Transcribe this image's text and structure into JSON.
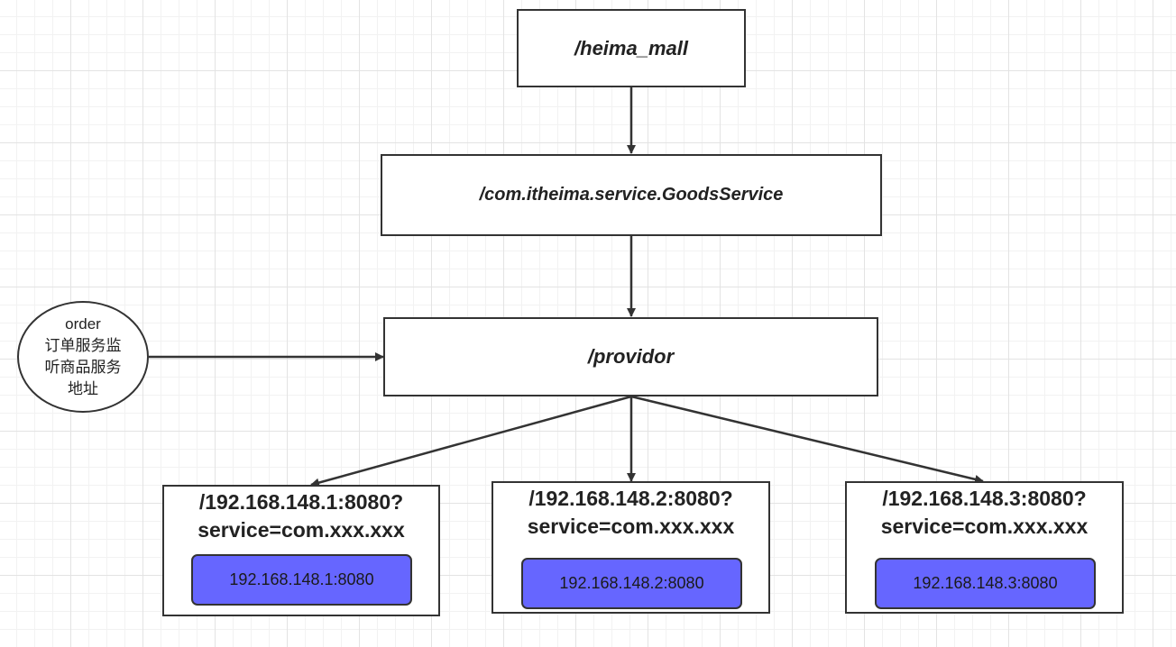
{
  "diagram": {
    "root": {
      "label": "/heima_mall"
    },
    "service": {
      "label": "/com.itheima.service.GoodsService"
    },
    "providor": {
      "label": "/providor"
    },
    "consumer": {
      "lines": [
        "order",
        "订单服务监",
        "听商品服务",
        "地址"
      ]
    },
    "providers": [
      {
        "url_line1": "/192.168.148.1:8080?",
        "url_line2": "service=com.xxx.xxx",
        "address": "192.168.148.1:8080"
      },
      {
        "url_line1": "/192.168.148.2:8080?",
        "url_line2": "service=com.xxx.xxx",
        "address": "192.168.148.2:8080"
      },
      {
        "url_line1": "/192.168.148.3:8080?",
        "url_line2": "service=com.xxx.xxx",
        "address": "192.168.148.3:8080"
      }
    ],
    "colors": {
      "address_fill": "#6666ff",
      "stroke": "#333333",
      "grid": "#e3e3e3"
    }
  }
}
